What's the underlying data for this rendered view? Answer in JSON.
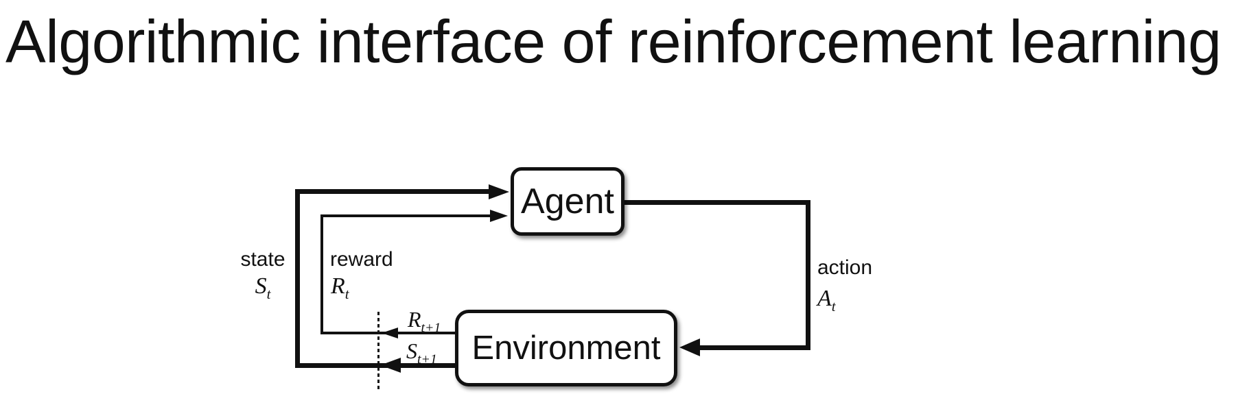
{
  "slide": {
    "title": "Algorithmic interface of reinforcement learning",
    "background": "#ffffff",
    "text_color": "#111111"
  },
  "diagram": {
    "agent_label": "Agent",
    "environment_label": "Environment",
    "state": {
      "word": "state",
      "symbol": "S",
      "sub": "t"
    },
    "reward": {
      "word": "reward",
      "symbol": "R",
      "sub": "t"
    },
    "action": {
      "word": "action",
      "symbol": "A",
      "sub": "t"
    },
    "next_reward": {
      "symbol": "R",
      "sub": "t+1"
    },
    "next_state": {
      "symbol": "S",
      "sub": "t+1"
    },
    "edges": [
      {
        "from": "Agent",
        "to": "Environment",
        "label": "action"
      },
      {
        "from": "Environment",
        "to": "Agent",
        "label": "state"
      },
      {
        "from": "Environment",
        "to": "Agent",
        "label": "reward"
      }
    ],
    "line_color": "#111111",
    "box_fill": "#ffffff"
  }
}
